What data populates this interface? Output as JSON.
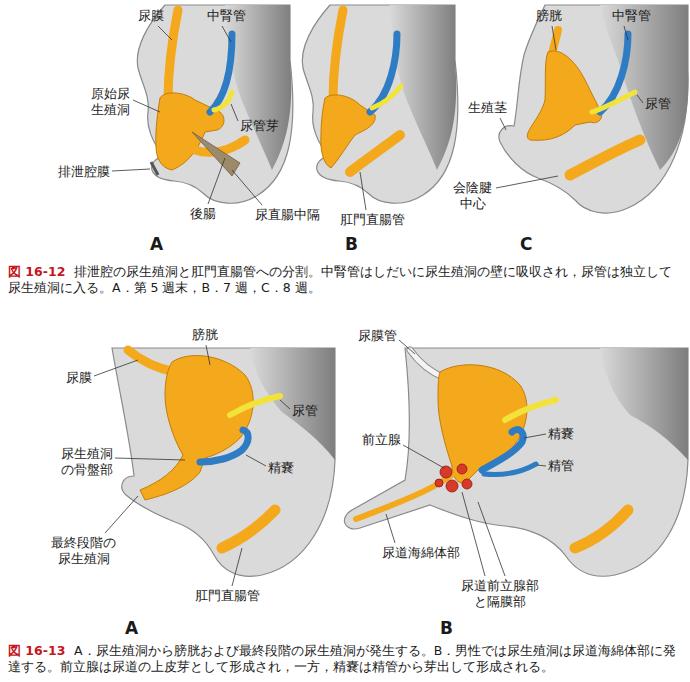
{
  "diagram": {
    "labels": [
      "尿膜",
      "中腎管",
      "原始尿生殖洞",
      "尿管芽",
      "排泄腔膜",
      "後腸",
      "尿直腸中隔",
      "肛門直腸管",
      "膀胱",
      "中腎管",
      "生殖茎",
      "尿管",
      "会陰腱中心",
      "A",
      "B",
      "C",
      "図 16-12",
      "排泄腔の尿生殖洞と肛門直腸管への分割。中腎管はしだいに尿生殖洞の壁に吸収され，尿管は独立して尿生殖洞に入る。A．第 5 週末，B．7 週，C．8 週。",
      "膀胱",
      "尿膜",
      "尿管",
      "尿生殖洞の骨盤部",
      "精嚢",
      "最終段階の尿生殖洞",
      "肛門直腸管",
      "尿膜管",
      "精嚢",
      "前立腺",
      "精管",
      "尿道海綿体部",
      "尿道前立腺部と隔膜部",
      "A",
      "B",
      "図 16-13",
      "A．尿生殖洞から膀胱および最終段階の尿生殖洞が発生する。B．男性では尿生殖洞は尿道海綿体部に発達する。前立腺は尿道の上皮芽として形成され，一方，精嚢は精管から芽出して形成される。"
    ]
  }
}
